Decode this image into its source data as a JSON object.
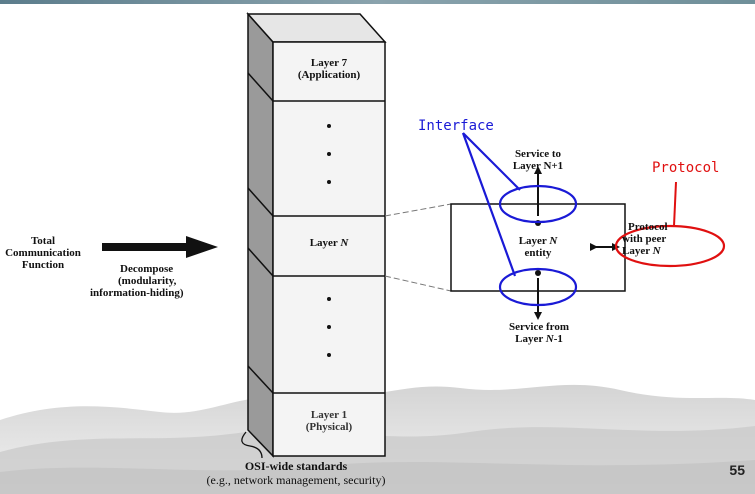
{
  "layers": {
    "top_line1": "Layer 7",
    "top_line2": "(Application)",
    "n_prefix": "Layer ",
    "n_var": "N",
    "bottom_line1": "Layer 1",
    "bottom_line2": "(Physical)"
  },
  "left": {
    "total_line1": "Total",
    "total_line2": "Communication",
    "total_line3": "Function",
    "decompose_line1": "Decompose",
    "decompose_line2": "(modularity,",
    "decompose_line3": "information-hiding)"
  },
  "entity": {
    "line1_prefix": "Layer ",
    "line1_var": "N",
    "line2": "entity"
  },
  "service_to": {
    "line1": "Service to",
    "line2": "Layer N+1"
  },
  "service_from": {
    "line1": "Service from",
    "line2_prefix": "Layer ",
    "line2_var": "N",
    "line2_suffix": "-1"
  },
  "peer": {
    "line1": "Protocol",
    "line2": "with peer",
    "line3_prefix": "Layer ",
    "line3_var": "N"
  },
  "callouts": {
    "interface": "Interface",
    "protocol": "Protocol",
    "interface_color": "#1a1ad6",
    "protocol_color": "#e01010"
  },
  "footer": {
    "line1": "OSI-wide standards",
    "line2": "(e.g., network management, security)"
  },
  "page_number": "55"
}
